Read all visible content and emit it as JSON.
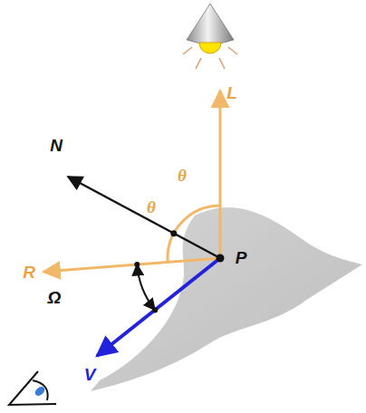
{
  "diagram": {
    "labels": [
      "N",
      "L",
      "θ",
      "θ",
      "R",
      "Ω",
      "P",
      "V"
    ]
  }
}
